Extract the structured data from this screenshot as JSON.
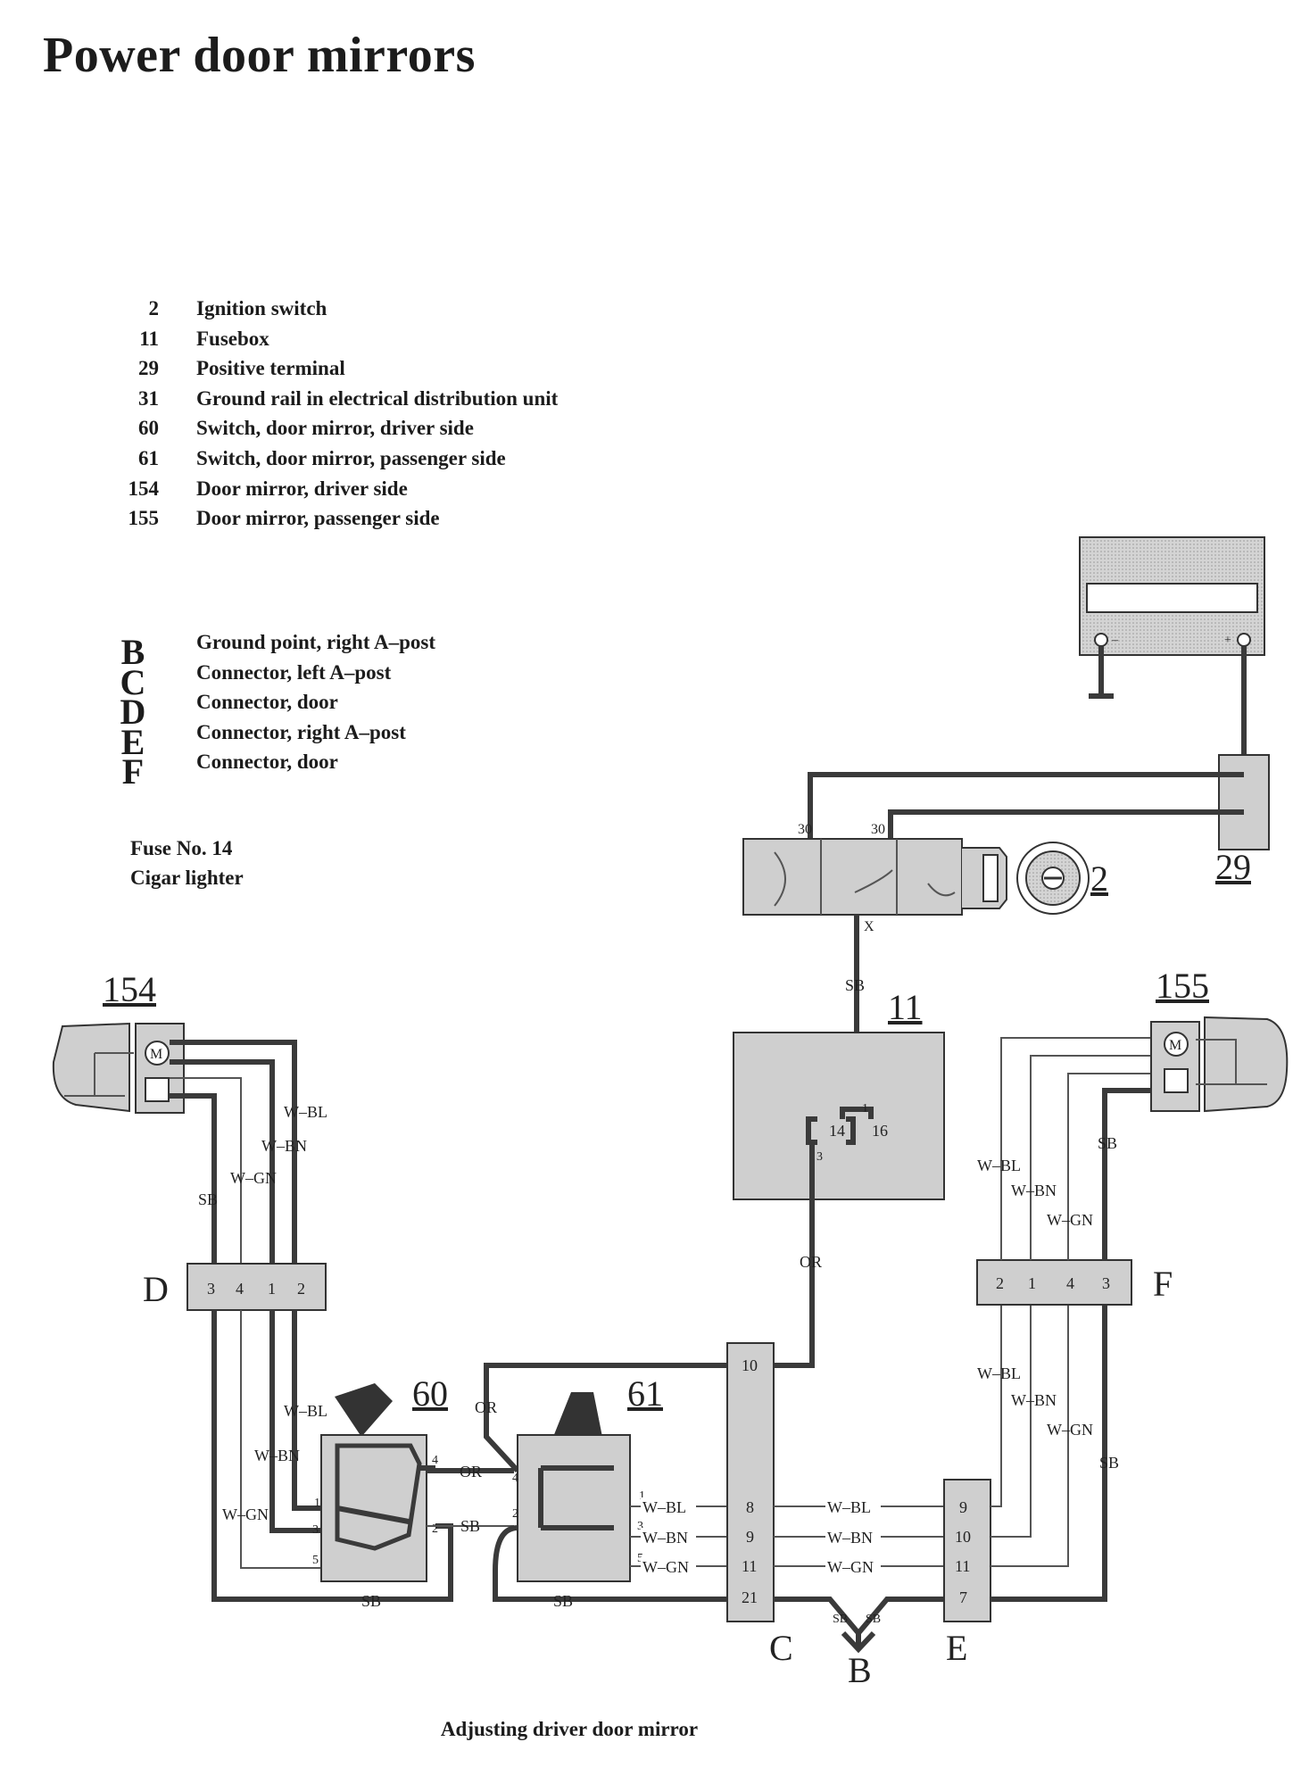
{
  "title": "Power door mirrors",
  "components": [
    {
      "code": "2",
      "label": "Ignition switch"
    },
    {
      "code": "11",
      "label": "Fusebox"
    },
    {
      "code": "29",
      "label": "Positive terminal"
    },
    {
      "code": "31",
      "label": "Ground rail in electrical distribution unit"
    },
    {
      "code": "60",
      "label": "Switch, door mirror, driver side"
    },
    {
      "code": "61",
      "label": "Switch, door mirror, passenger side"
    },
    {
      "code": "154",
      "label": "Door mirror, driver side"
    },
    {
      "code": "155",
      "label": "Door mirror, passenger side"
    }
  ],
  "connectors": [
    {
      "code": "B",
      "label": "Ground point, right A–post"
    },
    {
      "code": "C",
      "label": "Connector, left A–post"
    },
    {
      "code": "D",
      "label": "Connector, door"
    },
    {
      "code": "E",
      "label": "Connector, right A–post"
    },
    {
      "code": "F",
      "label": "Connector, door"
    }
  ],
  "fuse": {
    "line1": "Fuse No. 14",
    "line2": "Cigar lighter"
  },
  "caption": "Adjusting driver door mirror",
  "diagram": {
    "ids": {
      "ignition": "2",
      "fusebox": "11",
      "positive": "29",
      "sw_driver": "60",
      "sw_pass": "61",
      "mirror_driver": "154",
      "mirror_pass": "155"
    },
    "connector_letters": {
      "B": "B",
      "C": "C",
      "D": "D",
      "E": "E",
      "F": "F"
    },
    "wires": {
      "SB": "SB",
      "OR": "OR",
      "WBL": "W–BL",
      "WBN": "W–BN",
      "WGN": "W–GN"
    },
    "pins": {
      "D": [
        "3",
        "4",
        "1",
        "2"
      ],
      "F": [
        "2",
        "1",
        "4",
        "3"
      ],
      "C": [
        "10",
        "8",
        "9",
        "11",
        "21"
      ],
      "E": [
        "9",
        "10",
        "11",
        "7"
      ],
      "fuse": [
        "14",
        "16",
        "1",
        "3"
      ],
      "ign": [
        "30",
        "30",
        "X"
      ],
      "sw": [
        "1",
        "2",
        "3",
        "4",
        "5"
      ],
      "motor": "M",
      "battery": [
        "–",
        "+"
      ]
    }
  }
}
